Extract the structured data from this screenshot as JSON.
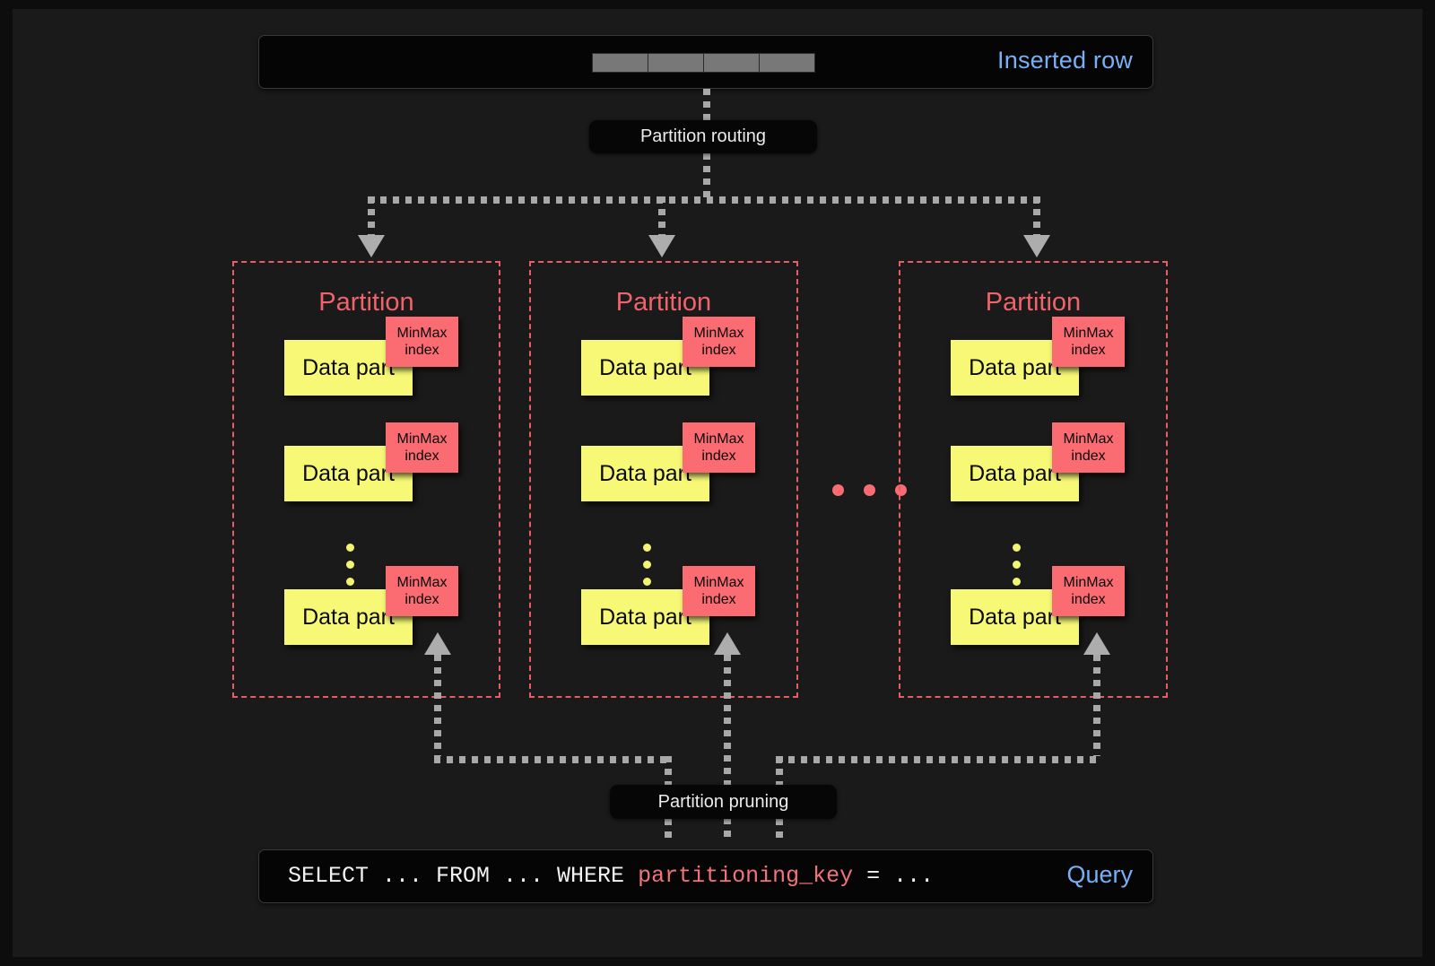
{
  "top": {
    "label": "Inserted row",
    "cells": [
      "",
      "",
      "",
      ""
    ],
    "label_color": "#78b0f7"
  },
  "routing": {
    "label": "Partition routing"
  },
  "partitions": [
    {
      "title": "Partition",
      "parts": [
        {
          "label": "Data part",
          "index_line1": "MinMax",
          "index_line2": "index"
        },
        {
          "label": "Data part",
          "index_line1": "MinMax",
          "index_line2": "index"
        },
        {
          "label": "Data part",
          "index_line1": "MinMax",
          "index_line2": "index"
        }
      ]
    },
    {
      "title": "Partition",
      "parts": [
        {
          "label": "Data part",
          "index_line1": "MinMax",
          "index_line2": "index"
        },
        {
          "label": "Data part",
          "index_line1": "MinMax",
          "index_line2": "index"
        },
        {
          "label": "Data part",
          "index_line1": "MinMax",
          "index_line2": "index"
        }
      ]
    },
    {
      "title": "Partition",
      "parts": [
        {
          "label": "Data part",
          "index_line1": "MinMax",
          "index_line2": "index"
        },
        {
          "label": "Data part",
          "index_line1": "MinMax",
          "index_line2": "index"
        },
        {
          "label": "Data part",
          "index_line1": "MinMax",
          "index_line2": "index"
        }
      ]
    }
  ],
  "ellipsis_between_partitions": [
    "dot",
    "dot",
    "dot"
  ],
  "pruning": {
    "label": "Partition pruning"
  },
  "query": {
    "sql_prefix": "SELECT ... FROM ... WHERE ",
    "sql_keyword": "partitioning_key",
    "sql_suffix": " = ...",
    "label": "Query",
    "label_color": "#78b0f7"
  },
  "colors": {
    "background": "#1a1a1a",
    "frame": "#0d0d0d",
    "partition_border": "#e85c63",
    "data_part": "#f7f876",
    "minmax": "#fa6b72",
    "connector": "#a8a8a8",
    "accent_blue": "#78b0f7"
  }
}
